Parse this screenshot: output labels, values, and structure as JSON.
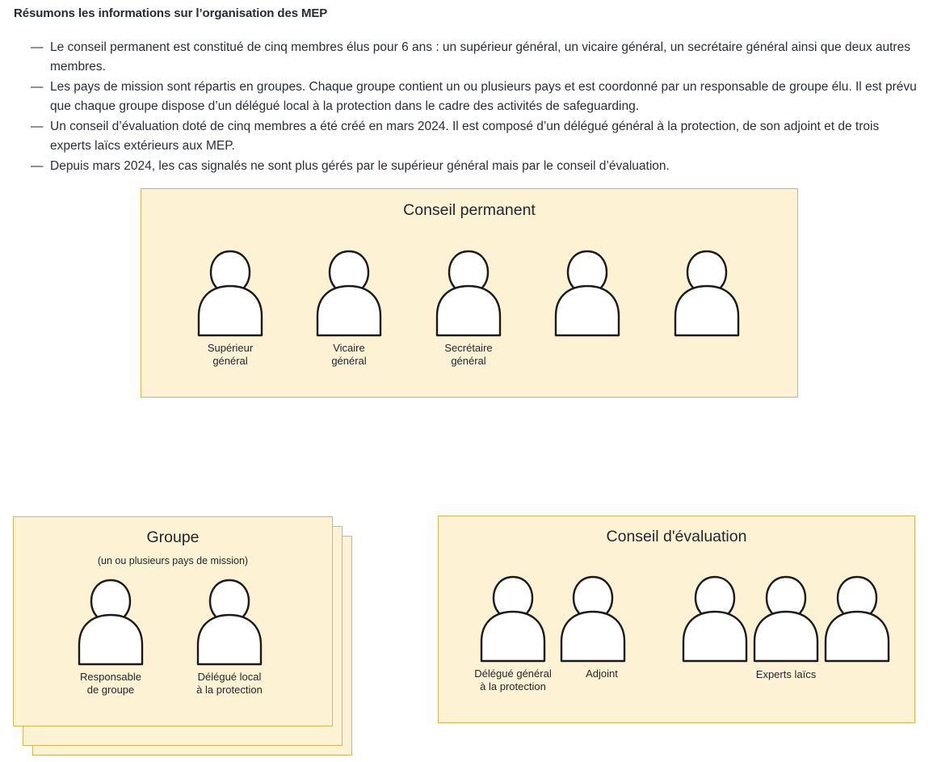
{
  "intro": {
    "heading": "Résumons les informations sur l’organisation des MEP",
    "dash": "—",
    "bullets": [
      "Le conseil permanent est constitué de cinq membres élus pour 6 ans : un supérieur général, un vicaire général, un secrétaire général ainsi que deux autres membres.",
      "Les pays de mission sont répartis en groupes. Chaque groupe contient un ou plusieurs pays et est coordonné par un responsable de groupe élu. Il est prévu que chaque groupe dispose d’un délégué local à la protection dans le cadre des activités de safeguarding.",
      "Un conseil d’évaluation doté de cinq membres a été créé en mars 2024. Il est composé d’un délégué général à la protection, de son adjoint et de trois experts laïcs extérieurs aux MEP.",
      "Depuis mars 2024, les cas signalés ne sont plus gérés par le supérieur général mais par le conseil d’évaluation."
    ]
  },
  "diagram": {
    "colors": {
      "box_fill": "#fdf2d4",
      "box_border": "#d6b656",
      "figure_fill": "#ffffff",
      "figure_stroke": "#1a1a1a",
      "text": "#22262d"
    },
    "conseil_permanent": {
      "title": "Conseil permanent",
      "members": [
        {
          "label": "Supérieur\ngénéral"
        },
        {
          "label": "Vicaire\ngénéral"
        },
        {
          "label": "Secrétaire\ngénéral"
        },
        {
          "label": ""
        },
        {
          "label": ""
        }
      ]
    },
    "groupe": {
      "title": "Groupe",
      "subtitle": "(un ou plusieurs pays de mission)",
      "stack_count": 3,
      "members": [
        {
          "label": "Responsable\nde groupe"
        },
        {
          "label": "Délégué local\nà la protection"
        }
      ]
    },
    "conseil_evaluation": {
      "title": "Conseil d'évaluation",
      "members": [
        {
          "label": "Délégué général\nà la protection"
        },
        {
          "label": "Adjoint"
        },
        {
          "label": ""
        },
        {
          "label": ""
        },
        {
          "label": ""
        }
      ],
      "group_label": "Experts laïcs"
    }
  }
}
